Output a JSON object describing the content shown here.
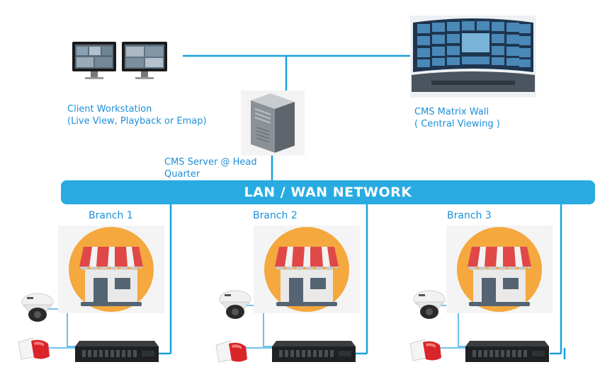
{
  "labels": {
    "client_line1": "Client Workstation",
    "client_line2": "(Live View, Playback or Emap)",
    "matrix_line1": "CMS Matrix Wall",
    "matrix_line2": "( Central Viewing )",
    "server_line1": "CMS Server @ Head",
    "server_line2": "Quarter"
  },
  "network": {
    "label": "LAN / WAN NETWORK"
  },
  "branches": [
    {
      "label": "Branch 1"
    },
    {
      "label": "Branch 2"
    },
    {
      "label": "Branch 3"
    }
  ],
  "colors": {
    "line": "#1aa0e0",
    "network_bar": "#29abe2",
    "store_circle": "#f4a83e",
    "awning_red": "#e04848",
    "awning_white": "#f2f2f2"
  },
  "icons": [
    "desktop-monitor-icon",
    "matrix-wall-icon",
    "server-tower-icon",
    "store-icon",
    "dome-camera-icon",
    "alarm-siren-icon",
    "nvr-recorder-icon"
  ]
}
